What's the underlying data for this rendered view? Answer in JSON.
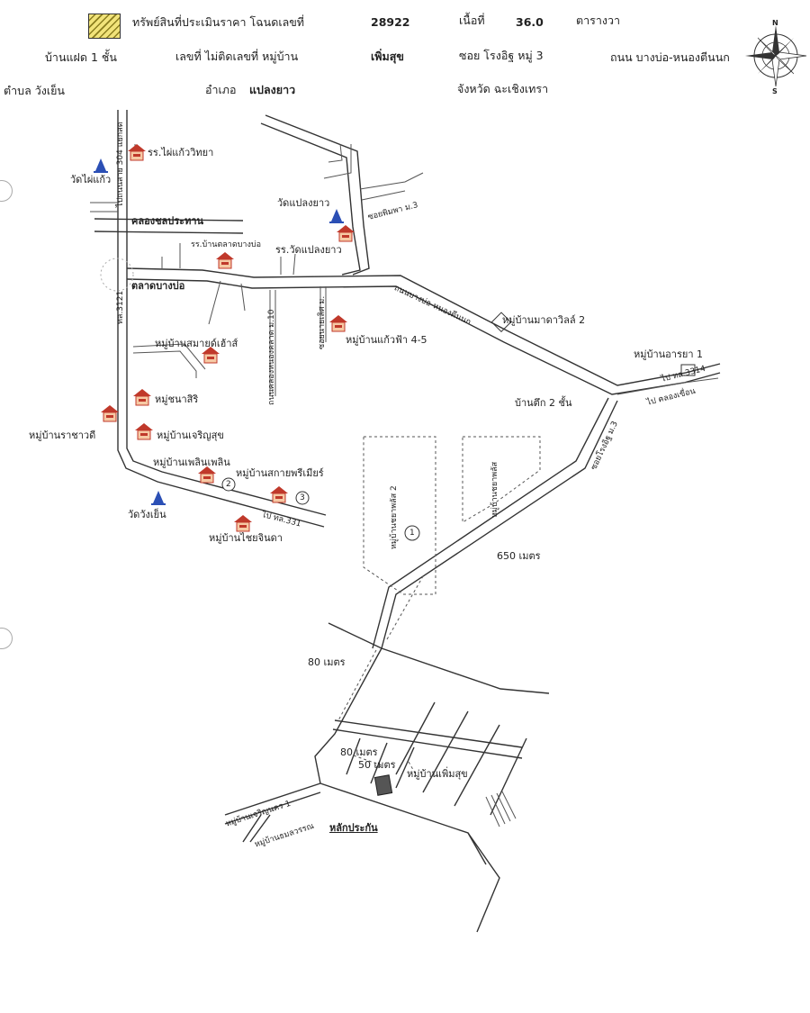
{
  "header": {
    "asset_label": "ทรัพย์สินที่ประเมินราคา โฉนดเลขที่",
    "deed_no": "28922",
    "area_label": "เนื้อที่",
    "area_value": "36.0",
    "area_unit": "ตารางวา",
    "building": "บ้านแฝด 1 ชั้น",
    "house_no_label": "เลขที่ ไม่ติดเลขที่ หมู่บ้าน",
    "village": "เพิ่มสุข",
    "soi": "ซอย โรงอิฐ หมู่ 3",
    "road": "ถนน บางบ่อ-หนองตีนนก",
    "subdistrict": "ตำบล วังเย็น",
    "district_label": "อำเภอ",
    "district": "แปลงยาว",
    "province": "จังหวัด ฉะเชิงเทรา"
  },
  "compass": {
    "n": "N",
    "s": "S"
  },
  "places": {
    "wat_phai_kaeo": "วัดไผ่แก้ว",
    "school_phai_kaeo": "รร.ไผ่แก้ววิทยา",
    "khlong_chonprathan": "คลองชลประทาน",
    "school_talat_bangbo": "รร.บ้านตลาดบางบ่อ",
    "wat_plaeng_yao": "วัดแปลงยาว",
    "school_wat_plaeng_yao": "รร.วัดแปลงยาว",
    "talat_bangbo": "ตลาดบางบ่อ",
    "mb_samai_hao": "หมู่บ้านสมายด์เฮ้าส์",
    "mb_kaeo_fa": "หมู่บ้านแก้วฟ้า 4-5",
    "mb_mada_villa": "หมู่บ้านมาดาวิลล์ 2",
    "mb_arya": "หมู่บ้านอารยา 1",
    "mb_nasiri": "หมู่ชนาสิริ",
    "mb_rachawadi": "หมู่บ้านราชาวดี",
    "mb_charoensuk": "หมู่บ้านเจริญสุข",
    "mb_phloenphloen": "หมู่บ้านเพลินเพลิน",
    "mb_sakai": "หมู่บ้านสกายพรีเมียร์",
    "wat_wang_yen": "วัดวังเย็น",
    "mb_chaichinda": "หมู่บ้านไชยจินดา",
    "ban_tuek": "บ้านตึก 2 ชั้น",
    "mb_chok_chai_2": "หมู่บ้านชยาพลัส 2",
    "mb_chok_chai": "หมู่บ้านชยาพลัส",
    "mb_permsuk": "หมู่บ้านเพิ่มสุข",
    "mb_charoenpon": "หมู่บ้านเจริญนคร 1",
    "mb_thamma": "หมู่บ้านธมลวรรณ",
    "lak_prakan": "หลักประกัน"
  },
  "roads": {
    "hwy_304": "ไปถนนสาย 304 แยกสด",
    "hwy_3121": "ทล.3121",
    "hwy_331": "ไป ทล.331",
    "khlong_phimpha": "ซอยพิมพา ม.3",
    "bangbo_road": "ถนนบางบ่อ-หนองตีนนก",
    "khlong_nong_tian": "ถนนคลองหนองคลาด ม.10",
    "soi_small": "ซอยนายเลิศ ม.",
    "to_bangpakong": "ไป ทล.3314",
    "to_khlong": "ไป คลองเขื่อน",
    "soi_rong_it": "ซอยโรงอิฐ ม.3"
  },
  "distances": {
    "d650": "650 เมตร",
    "d80a": "80 เมตร",
    "d80b": "80 เมตร",
    "d50": "50 เมตร"
  },
  "markers": {
    "m1": "1",
    "m2": "2",
    "m3": "3"
  },
  "colors": {
    "legend": "#f1e37a",
    "house_red": "#c0392b",
    "temple_blue": "#2b4fb5"
  }
}
